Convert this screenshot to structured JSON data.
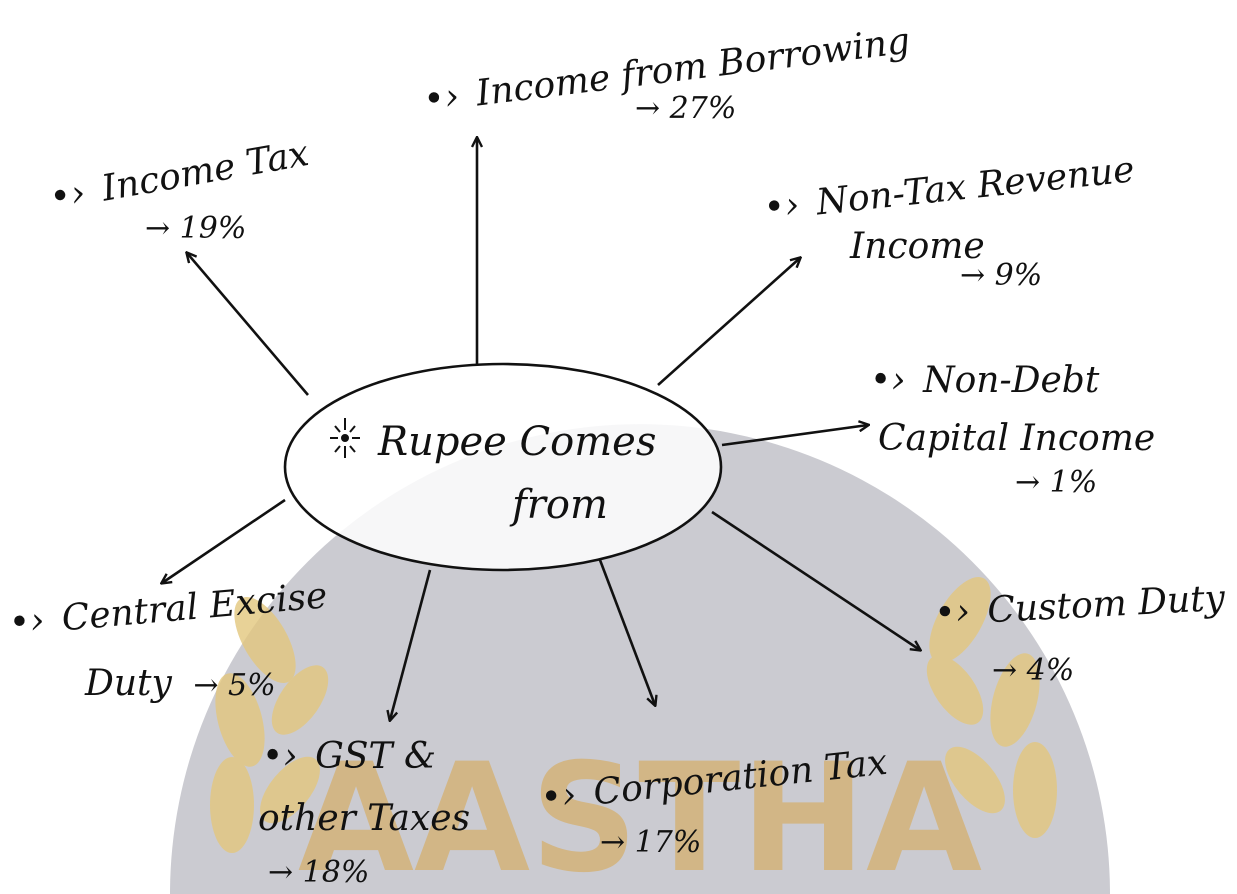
{
  "diagram": {
    "center": {
      "line1": "Rupee Comes",
      "line2": "from"
    },
    "bullet": "•›",
    "items": [
      {
        "id": "income-tax",
        "lines": [
          "Income Tax"
        ],
        "value": "→ 19%"
      },
      {
        "id": "borrowing",
        "lines": [
          "Income from Borrowing"
        ],
        "value": "→ 27%"
      },
      {
        "id": "non-tax-revenue",
        "lines": [
          "Non-Tax Revenue",
          "Income"
        ],
        "value": "→ 9%"
      },
      {
        "id": "non-debt-capital",
        "lines": [
          "Non-Debt",
          "Capital Income"
        ],
        "value": "→ 1%"
      },
      {
        "id": "custom-duty",
        "lines": [
          "Custom Duty"
        ],
        "value": "→ 4%"
      },
      {
        "id": "corporation-tax",
        "lines": [
          "Corporation Tax"
        ],
        "value": "→ 17%"
      },
      {
        "id": "gst",
        "lines": [
          "GST &",
          "other Taxes"
        ],
        "value": "→ 18%"
      },
      {
        "id": "central-excise",
        "lines": [
          "Central Excise",
          "Duty"
        ],
        "value": "→ 5%"
      }
    ]
  },
  "watermark": {
    "text": "AASTHA",
    "color": "#d8a64a",
    "arc_color": "#b9b9c2"
  }
}
